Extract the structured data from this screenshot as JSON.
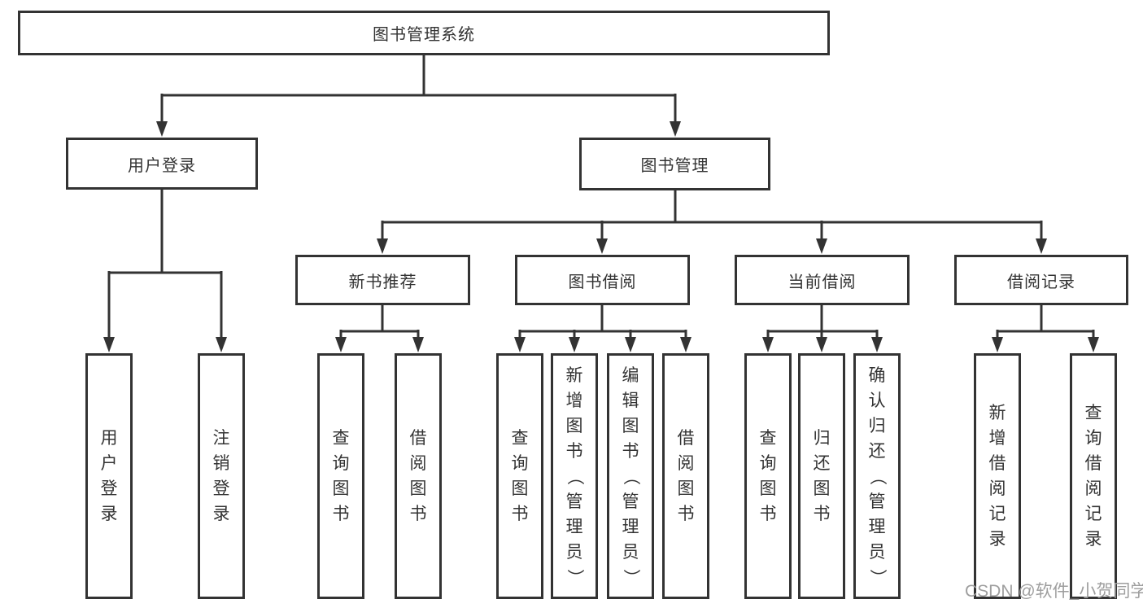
{
  "diagram": {
    "type": "hierarchy-tree",
    "title_node": {
      "label": "图书管理系统"
    },
    "level1": [
      {
        "id": "user-login",
        "label": "用户登录",
        "parent": "root"
      },
      {
        "id": "book-management",
        "label": "图书管理",
        "parent": "root"
      }
    ],
    "level2": [
      {
        "id": "new-book-recommend",
        "label": "新书推荐",
        "parent": "book-management"
      },
      {
        "id": "book-borrow",
        "label": "图书借阅",
        "parent": "book-management"
      },
      {
        "id": "current-borrow",
        "label": "当前借阅",
        "parent": "book-management"
      },
      {
        "id": "borrow-records",
        "label": "借阅记录",
        "parent": "book-management"
      }
    ],
    "leaves": [
      {
        "id": "leaf-user-login",
        "label": "用户登录",
        "parent": "user-login"
      },
      {
        "id": "leaf-logout",
        "label": "注销登录",
        "parent": "user-login"
      },
      {
        "id": "leaf-query-book-recommend",
        "label": "查询图书",
        "parent": "new-book-recommend"
      },
      {
        "id": "leaf-borrow-book-recommend",
        "label": "借阅图书",
        "parent": "new-book-recommend"
      },
      {
        "id": "leaf-query-book-borrow",
        "label": "查询图书",
        "parent": "book-borrow"
      },
      {
        "id": "leaf-add-book-admin",
        "label": "新增图书（管理员）",
        "parent": "book-borrow"
      },
      {
        "id": "leaf-edit-book-admin",
        "label": "编辑图书（管理员）",
        "parent": "book-borrow"
      },
      {
        "id": "leaf-borrow-book",
        "label": "借阅图书",
        "parent": "book-borrow"
      },
      {
        "id": "leaf-query-book-current",
        "label": "查询图书",
        "parent": "current-borrow"
      },
      {
        "id": "leaf-return-book",
        "label": "归还图书",
        "parent": "current-borrow"
      },
      {
        "id": "leaf-confirm-return-admin",
        "label": "确认归还（管理员）",
        "parent": "current-borrow"
      },
      {
        "id": "leaf-add-borrow-record",
        "label": "新增借阅记录",
        "parent": "borrow-records"
      },
      {
        "id": "leaf-query-borrow-record",
        "label": "查询借阅记录",
        "parent": "borrow-records"
      }
    ]
  },
  "watermark": "CSDN @软件_小贺同学",
  "colors": {
    "line": "#333333",
    "box_border": "#333333",
    "box_fill": "#ffffff",
    "text": "#333333",
    "watermark": "#9e9e9e",
    "background": "#ffffff"
  }
}
